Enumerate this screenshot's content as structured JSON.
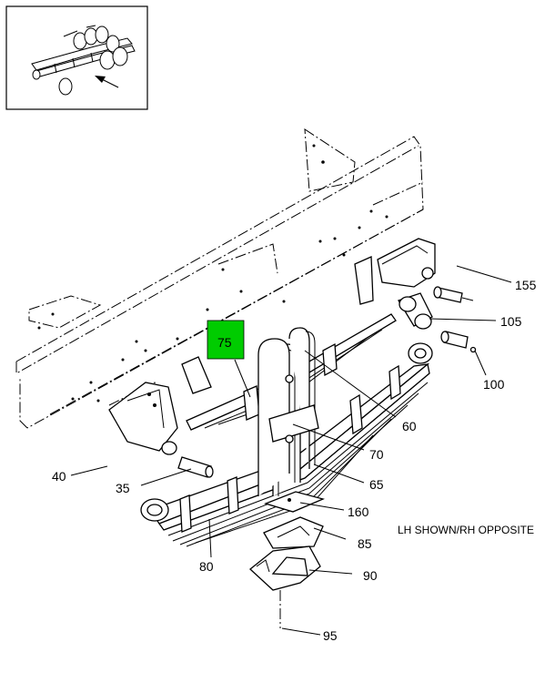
{
  "diagram": {
    "highlight_color": "#00cc00",
    "highlighted_callout": "75",
    "note": "LH SHOWN/RH OPPOSITE",
    "callouts": {
      "c155": "155",
      "c105": "105",
      "c100": "100",
      "c75": "75",
      "c60": "60",
      "c70": "70",
      "c65": "65",
      "c40": "40",
      "c35": "35",
      "c160": "160",
      "c85": "85",
      "c90": "90",
      "c80": "80",
      "c95": "95"
    }
  }
}
